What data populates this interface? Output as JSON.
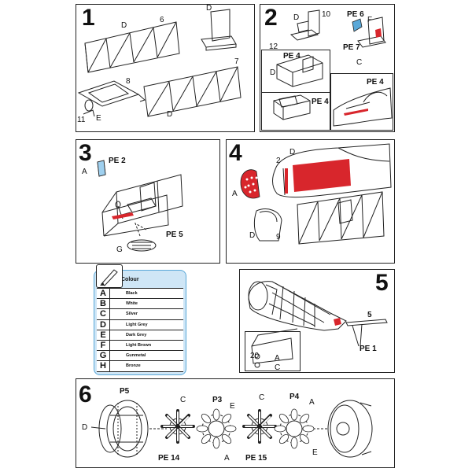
{
  "steps": {
    "s1": "1",
    "s2": "2",
    "s3": "3",
    "s4": "4",
    "s5": "5",
    "s6": "6"
  },
  "labels": {
    "p1_D_top": "D",
    "p1_6": "6",
    "p1_D_seat": "D",
    "p1_7": "7",
    "p1_8": "8",
    "p1_D_bot": "D",
    "p1_11": "11",
    "p1_E": "E",
    "p2_D": "D",
    "p2_10": "10",
    "p2_12": "12",
    "p2_PE6": "PE 6",
    "p2_F": "F",
    "p2_PE7": "PE 7",
    "p2_C": "C",
    "p2_PE4a": "PE 4",
    "p2_Da": "D",
    "p2_PE4b": "PE 4",
    "p2_PE4c": "PE 4",
    "p3_PE2": "PE 2",
    "p3_A": "A",
    "p3_PE5": "PE 5",
    "p3_G": "G",
    "p4_2": "2",
    "p4_D": "D",
    "p4_A": "A",
    "p4_D2": "D",
    "p4_9": "9",
    "p5_5": "5",
    "p5_PE1": "PE 1",
    "p5_20": "20",
    "p5_A": "A",
    "p5_C": "C",
    "p6_P5": "P5",
    "p6_D": "D",
    "p6_C1": "C",
    "p6_P3": "P3",
    "p6_E1": "E",
    "p6_C2": "C",
    "p6_P4": "P4",
    "p6_A1": "A",
    "p6_PE14": "PE 14",
    "p6_A2": "A",
    "p6_PE15": "PE 15",
    "p6_E2": "E"
  },
  "colour_table": {
    "header": "Colour",
    "rows": [
      {
        "key": "A",
        "name": "Black"
      },
      {
        "key": "B",
        "name": "White"
      },
      {
        "key": "C",
        "name": "Silver"
      },
      {
        "key": "D",
        "name": "Light Grey"
      },
      {
        "key": "E",
        "name": "Dark Grey"
      },
      {
        "key": "F",
        "name": "Light Brown"
      },
      {
        "key": "G",
        "name": "Gunmetal"
      },
      {
        "key": "H",
        "name": "Bronze"
      }
    ]
  },
  "colors": {
    "red": "#d8262c",
    "line": "#222222",
    "table_bg": "#cfe6f6"
  }
}
